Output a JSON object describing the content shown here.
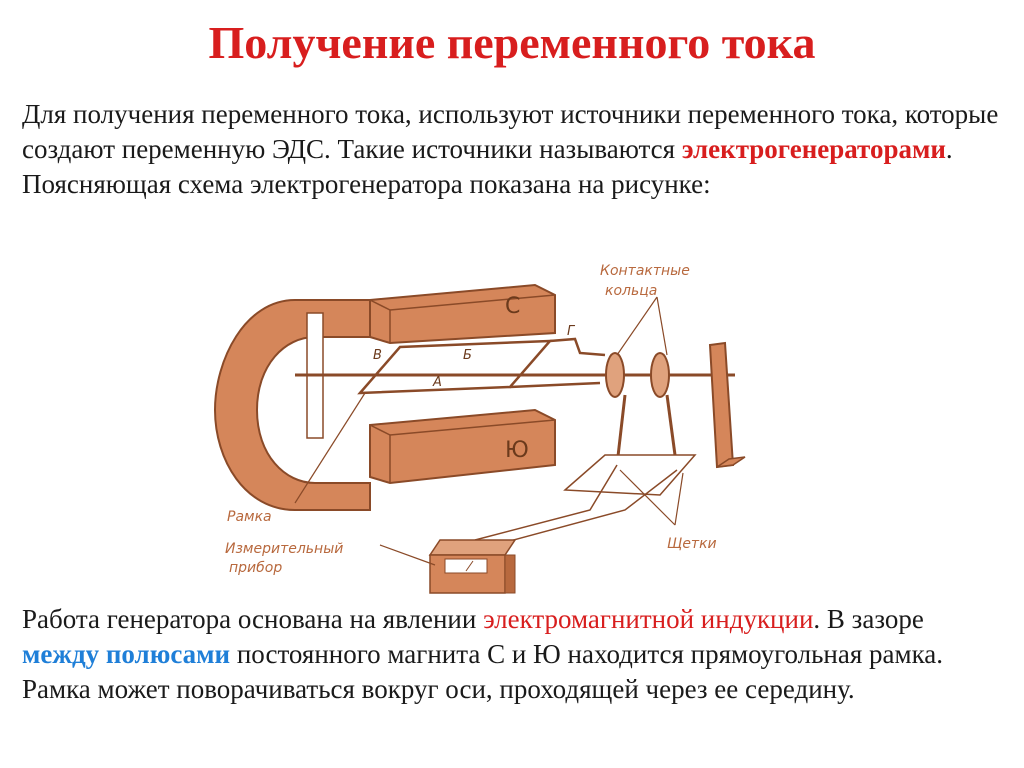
{
  "title": "Получение переменного тока",
  "intro": {
    "part1": "Для получения переменного тока, используют источники переменного тока, которые создают переменную ЭДС. Такие источники называются ",
    "highlight": "электрогенераторами",
    "part2": ". Поясняющая схема электрогенератора показана на рисунке:"
  },
  "figure": {
    "labels": {
      "rings": [
        "Контактные",
        "кольца"
      ],
      "frame": "Рамка",
      "meter": [
        "Измерительный",
        "прибор"
      ],
      "brushes": "Щетки"
    },
    "poles": {
      "north": "С",
      "south": "Ю"
    },
    "frame_letters": {
      "a": "А",
      "b": "Б",
      "v": "В",
      "g": "Г"
    }
  },
  "body": {
    "part1": "Работа генератора основана на явлении ",
    "highlight_red": "электромагнитной индукции",
    "part2": ". В зазоре ",
    "highlight_blue": "между полюсами",
    "part3": " постоянного магнита С и Ю находится прямоугольная рамка. Рамка может поворачиваться вокруг оси, проходящей через ее середину."
  },
  "colors": {
    "title": "#d81e1e",
    "accent_red": "#d81e1e",
    "accent_blue": "#1f7fd8",
    "magnet": "#d5865a",
    "magnet_dark": "#b8693e"
  }
}
